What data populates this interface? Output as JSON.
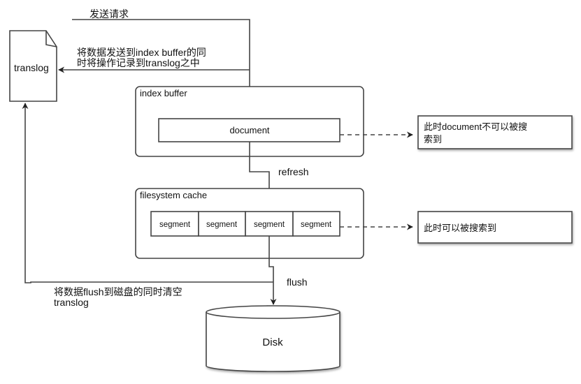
{
  "nodes": {
    "translog": "translog",
    "index_buffer": "index buffer",
    "document": "document",
    "filesystem_cache": "filesystem cache",
    "segments": [
      "segment",
      "segment",
      "segment",
      "segment"
    ],
    "disk": "Disk",
    "note_not_searchable": [
      "此时document不可以被搜",
      "索到"
    ],
    "note_searchable": "此时可以被搜索到"
  },
  "edges": {
    "send_request": "发送请求",
    "write_translog": [
      "将数据发送到index buffer的同",
      "时将操作记录到translog之中"
    ],
    "refresh": "refresh",
    "flush": "flush",
    "clear_translog": [
      "将数据flush到磁盘的同时清空",
      "translog"
    ]
  }
}
